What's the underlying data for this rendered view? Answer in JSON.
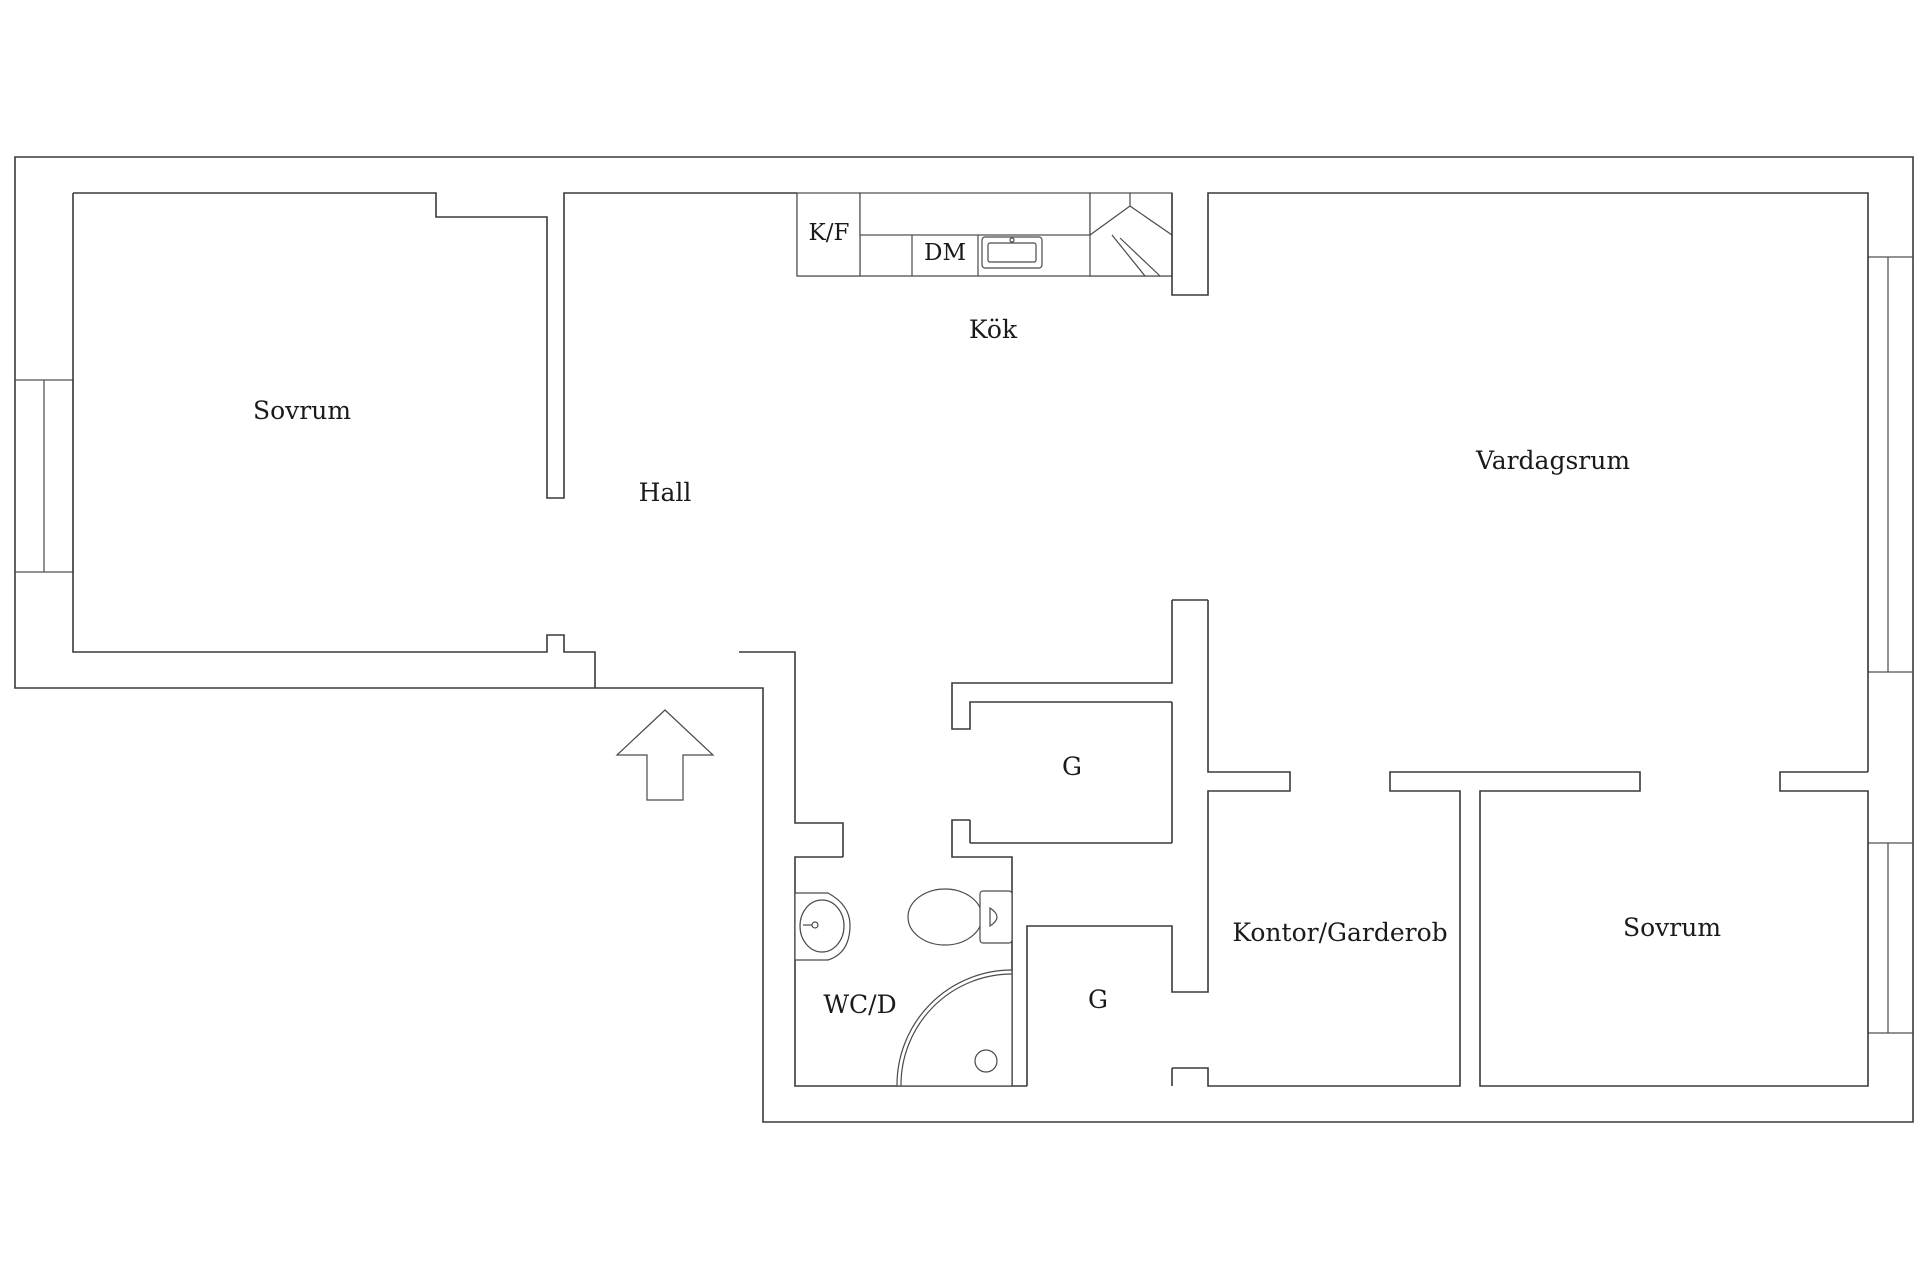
{
  "rooms": {
    "sovrum_west": "Sovrum",
    "hall": "Hall",
    "kok": "Kök",
    "vardagsrum": "Vardagsrum",
    "closet_upper": "G",
    "closet_lower": "G",
    "wc": "WC/D",
    "kontor": "Kontor/Garderob",
    "sovrum_east": "Sovrum"
  },
  "fixtures": {
    "fridge_freezer": "K/F",
    "dishwasher": "DM"
  },
  "icons": {
    "entrance": "entrance-arrow-icon",
    "sink": "sink-icon",
    "toilet": "toilet-icon",
    "shower": "shower-icon",
    "stove": "stove-icon"
  },
  "colors": {
    "line": "#3a3a3a",
    "background": "#ffffff"
  }
}
